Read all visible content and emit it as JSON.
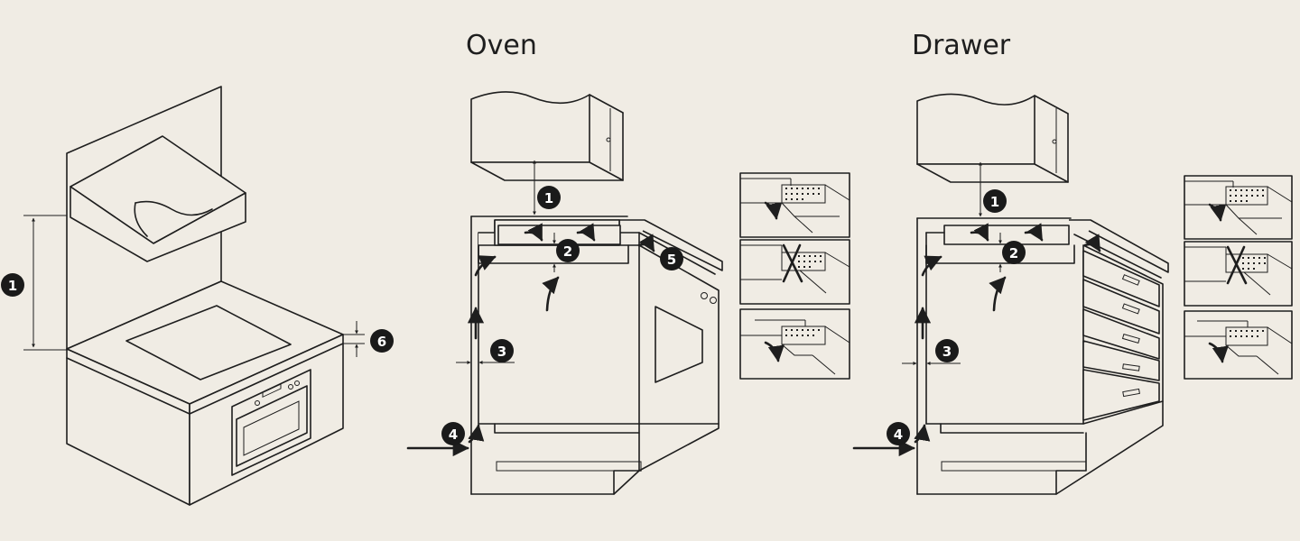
{
  "titles": {
    "oven": "Oven",
    "drawer": "Drawer"
  },
  "markers": {
    "m1": "1",
    "m2": "2",
    "m3": "3",
    "m4": "4",
    "m5": "5",
    "m6": "6"
  },
  "colors": {
    "background": "#f0ece4",
    "line": "#1e1e1e",
    "badge": "#1a1a1a",
    "badge_text": "#ffffff"
  }
}
